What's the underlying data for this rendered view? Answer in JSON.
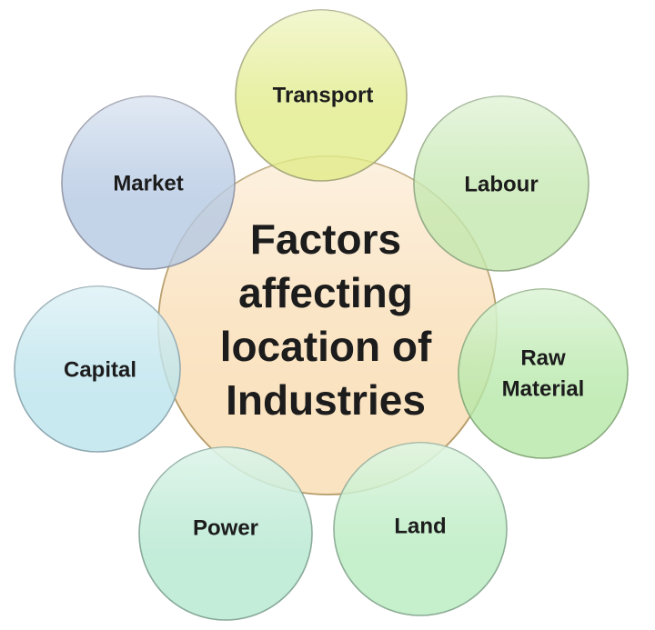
{
  "diagram": {
    "background": "#ffffff",
    "text_color": "#1c1c1c",
    "fill_opacity": 0.8,
    "center": {
      "label": "Factors affecting location of Industries",
      "label_lines": [
        "Factors",
        "affecting",
        "location of",
        "Industries"
      ],
      "fill": "#fae3c1",
      "stroke": "#b49a66"
    },
    "factors": [
      {
        "label": "Transport",
        "fill": "#e1eb88",
        "stroke": "#a2a478"
      },
      {
        "label": "Market",
        "fill": "#b4c8e2",
        "stroke": "#8f94a2"
      },
      {
        "label": "Labour",
        "fill": "#c3e7ae",
        "stroke": "#90a884"
      },
      {
        "label": "Raw Material",
        "label_lines": [
          "Raw",
          "Material"
        ],
        "fill": "#b5e7a8",
        "stroke": "#84a877"
      },
      {
        "label": "Land",
        "fill": "#b8ebbf",
        "stroke": "#87a890"
      },
      {
        "label": "Power",
        "fill": "#b4e7d0",
        "stroke": "#83a495"
      },
      {
        "label": "Capital",
        "fill": "#bce4ec",
        "stroke": "#8aa4ad"
      }
    ]
  }
}
